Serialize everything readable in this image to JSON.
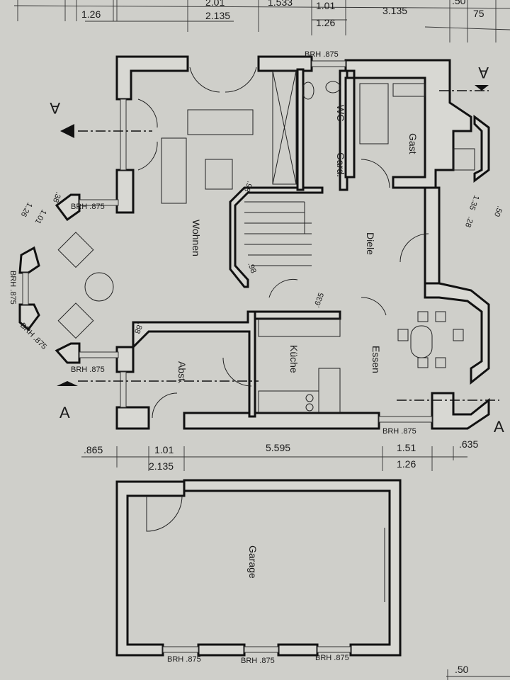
{
  "rooms": {
    "wohnen": "Wohnen",
    "gard": "Gard.",
    "wc": "WC",
    "gast": "Gast",
    "diele": "Diele",
    "kueche": "Küche",
    "essen": "Essen",
    "abst": "Abst.",
    "garage": "Garage"
  },
  "section_marker": "A",
  "window_label": "BRH .875",
  "top_dimensions": [
    "1.26",
    "2.01",
    "2.135",
    "1.533",
    "1.01",
    "1.26",
    "3.135",
    ".50",
    "75"
  ],
  "bottom_dimensions": [
    ".865",
    "1.01",
    "2.135",
    "5.595",
    "1.51",
    "1.26",
    ".635"
  ],
  "bay_dimensions": [
    ".38",
    "1.01",
    "1.26",
    ".88",
    ".98",
    ".98",
    ".635",
    "1.35",
    ".28",
    ".50"
  ],
  "corner_dimension": ".50"
}
